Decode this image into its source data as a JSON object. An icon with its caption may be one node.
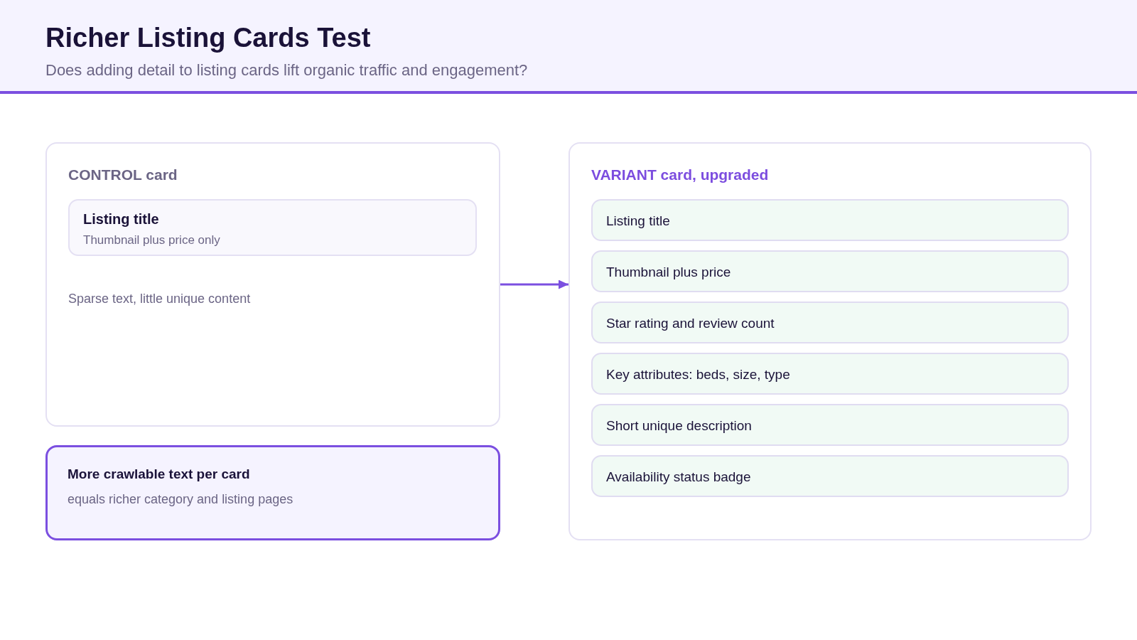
{
  "diagram": {
    "title": "Richer Listing Cards Test",
    "nodes": [
      {
        "text": [
          "CONTROL card",
          "Sparse text, little unique content"
        ]
      },
      {
        "text": [
          "Listing title",
          "Thumbnail plus price only"
        ],
        "in": 0
      },
      {
        "text": [
          "More crawlable text per card",
          "equals richer category and listing pages"
        ]
      },
      {
        "text": [
          "VARIANT card, upgraded"
        ]
      },
      {
        "text": [
          "Listing title"
        ],
        "in": 3
      },
      {
        "text": [
          "Thumbnail plus price"
        ],
        "in": 3
      },
      {
        "text": [
          "Star rating and review count"
        ],
        "in": 3
      },
      {
        "text": [
          "Key attributes: beds, size, type"
        ],
        "in": 3
      },
      {
        "text": [
          "Short unique description"
        ],
        "in": 3
      },
      {
        "text": [
          "Availability status badge"
        ],
        "in": 3
      }
    ],
    "edges": [
      {
        "from": 0,
        "to": 3,
        "arrow": "to"
      }
    ],
    "labels": [
      "Does adding detail to listing cards lift organic traffic and engagement?"
    ]
  }
}
